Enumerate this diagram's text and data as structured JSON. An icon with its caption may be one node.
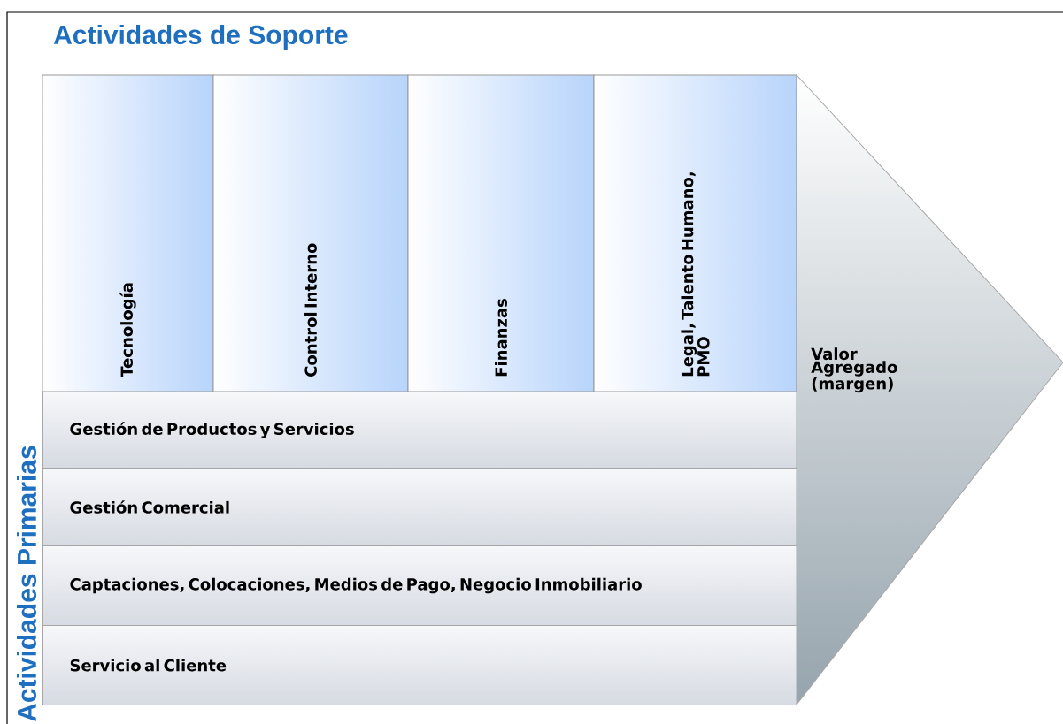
{
  "diagram": {
    "nodes": [
      {
        "text": [
          "Tecnología"
        ]
      },
      {
        "text": [
          "Control Interno"
        ]
      },
      {
        "text": [
          "Finanzas"
        ]
      },
      {
        "text": [
          "Legal, Talento Humano, PMO"
        ]
      },
      {
        "text": [
          "Gestión de Productos y Servicios"
        ]
      },
      {
        "text": [
          "Gestión Comercial"
        ]
      },
      {
        "text": [
          "Captaciones, Colocaciones, Medios de Pago, Negocio Inmobiliario"
        ]
      },
      {
        "text": [
          "Servicio al Cliente"
        ]
      },
      {
        "text": [
          "Valor Agregado (margen)"
        ]
      }
    ],
    "edges": [],
    "labels": [
      "Actividades de Soporte",
      "Actividades Primarias"
    ]
  }
}
